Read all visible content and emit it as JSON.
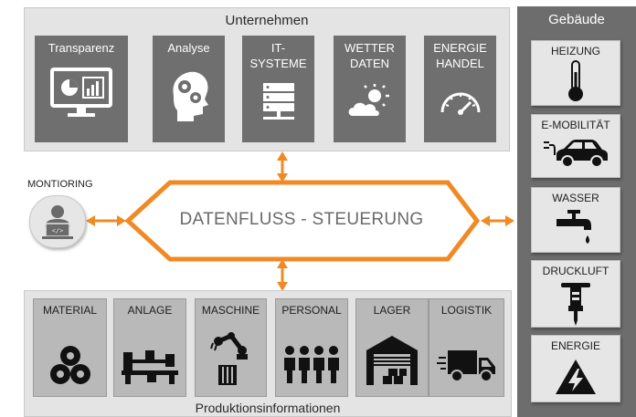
{
  "unternehmen": {
    "title": "Unternehmen",
    "tiles": [
      {
        "line1": "Transparenz",
        "line2": "",
        "icon": "monitor-chart-icon"
      },
      {
        "line1": "Analyse",
        "line2": "",
        "icon": "head-gears-icon"
      },
      {
        "line1": "IT-",
        "line2": "SYSTEME",
        "icon": "server-icon"
      },
      {
        "line1": "WETTER",
        "line2": "DATEN",
        "icon": "sun-cloud-icon"
      },
      {
        "line1": "ENERGIE",
        "line2": "HANDEL",
        "icon": "gauge-icon"
      }
    ]
  },
  "gebaeude": {
    "title": "Gebäude",
    "tiles": [
      {
        "label": "HEIZUNG",
        "icon": "thermometer-icon"
      },
      {
        "label": "E-MOBILITÄT",
        "icon": "electric-car-icon"
      },
      {
        "label": "WASSER",
        "icon": "water-tap-icon"
      },
      {
        "label": "DRUCKLUFT",
        "icon": "jackhammer-icon"
      },
      {
        "label": "ENERGIE",
        "icon": "high-voltage-icon"
      }
    ]
  },
  "center": {
    "label": "DATENFLUSS - STEUERUNG"
  },
  "monitoring": {
    "label": "MONTIORING",
    "icon": "laptop-user-icon"
  },
  "produktion": {
    "title": "Produktionsinformationen",
    "tiles": [
      {
        "label": "MATERIAL",
        "icon": "pipes-icon"
      },
      {
        "label": "ANLAGE",
        "icon": "lathe-icon"
      },
      {
        "label": "MASCHINE",
        "icon": "robot-arm-icon"
      },
      {
        "label": "PERSONAL",
        "icon": "people-icon"
      },
      {
        "label": "LAGER",
        "icon": "warehouse-icon"
      },
      {
        "label": "LOGISTIK",
        "icon": "truck-icon"
      }
    ]
  },
  "colors": {
    "accent": "#f08a24",
    "tile_dark": "#6f6f6f",
    "sidebar": "#6d6d6d"
  }
}
